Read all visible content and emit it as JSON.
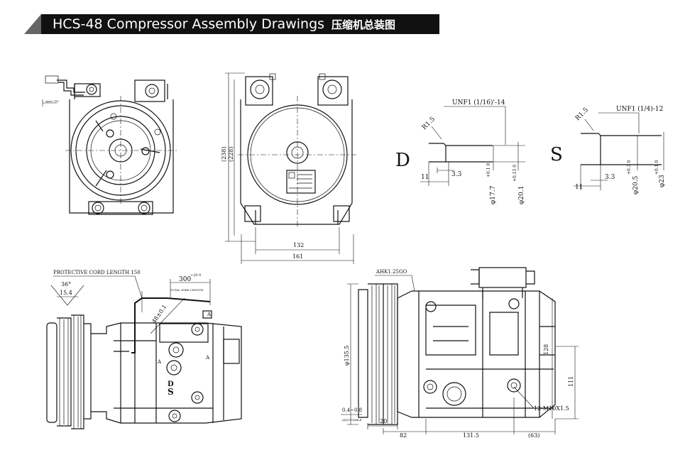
{
  "header": {
    "title_en": "HCS-48 Compressor Assembly Drawings",
    "title_cn": "压缩机总装图",
    "bar_color": "#111111",
    "text_color": "#ffffff"
  },
  "front_view": {
    "small_label": "Ayne 700"
  },
  "side_view": {
    "dim_height_1": "(238)",
    "dim_height_2": "(228)",
    "dim_width_inner": "132",
    "dim_width_outer": "161"
  },
  "fitting_d": {
    "letter": "D",
    "thread": "UNF1 (1/16)'-14",
    "radius": "R1.5",
    "len_11": "11",
    "len_3_3": "3.3",
    "dia_17_7": "φ17.7",
    "tol_17_7": "+0.1 0",
    "dia_20_1": "φ20.1",
    "tol_20_1": "+0.15 0"
  },
  "fitting_s": {
    "letter": "S",
    "thread": "UNF1 (1/4)-12",
    "radius": "R1.5",
    "len_11": "11",
    "len_3_3": "3.3",
    "dia_20_5": "φ20.5",
    "tol_20_5": "+0.3 0",
    "dia_23": "φ23",
    "tol_23": "+0.1 0"
  },
  "bottom_left": {
    "cord_label": "PROTECTIVE CORD LENGTH 150",
    "angle": "36°",
    "dim_15_4": "15.4",
    "dim_300": "300",
    "tol_300": "+20 0",
    "wire_label": "TOTAL WIRE LENGTH",
    "dim_48": "48±0.1",
    "mark_a1": "A",
    "mark_a2": "A",
    "mark_a3": "A",
    "mark_s": "S",
    "mark_d": "D"
  },
  "bottom_right": {
    "belt": "AHK1.25GO",
    "dia_135": "φ135.5",
    "gap": "0.4~0.8",
    "gap_label": "ADJUSTABLE",
    "dim_20": "20",
    "dim_82": "82",
    "dim_131_5": "131.5",
    "dim_63": "(63)",
    "thread": "12-M10X1.5",
    "dim_128": "128",
    "dim_111": "111"
  }
}
